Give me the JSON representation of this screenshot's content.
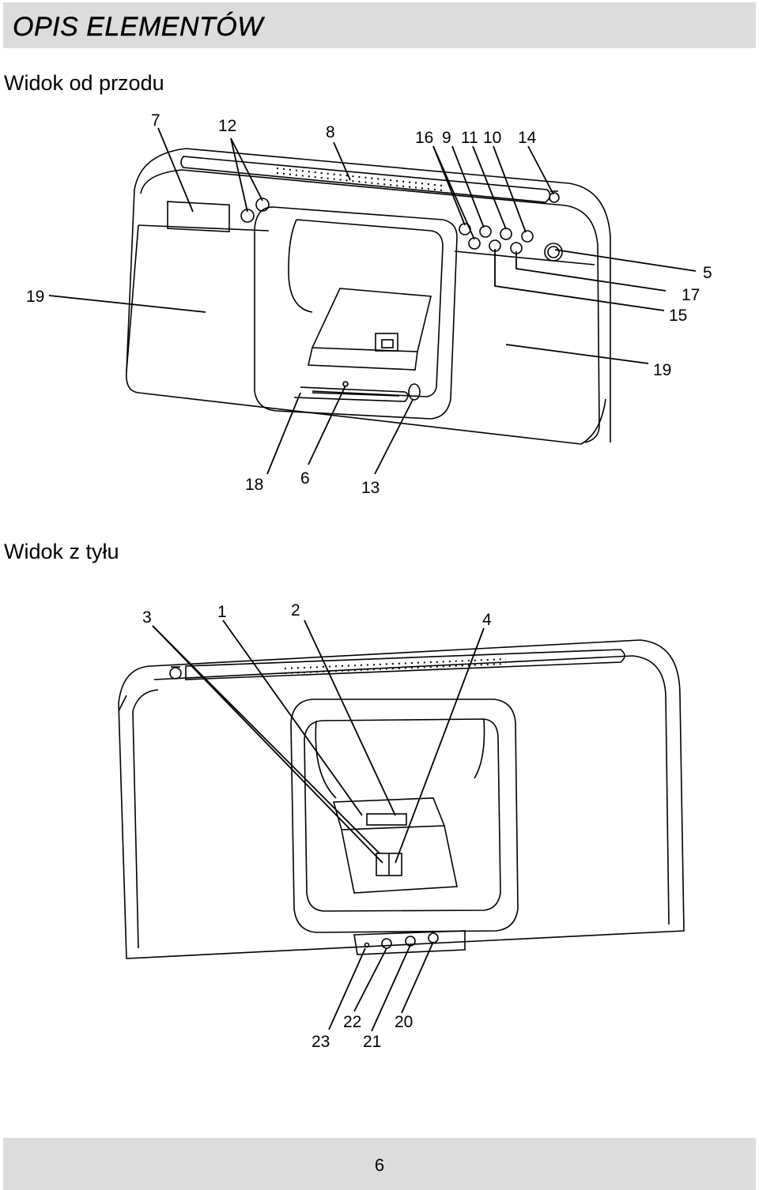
{
  "header": {
    "title": "OPIS ELEMENTÓW"
  },
  "sections": {
    "front": {
      "title": "Widok od przodu"
    },
    "back": {
      "title": "Widok z tyłu"
    }
  },
  "front_labels": {
    "l7": "7",
    "l12": "12",
    "l8": "8",
    "l16": "16",
    "l9": "9",
    "l11": "11",
    "l10": "10",
    "l14": "14",
    "l5": "5",
    "l17": "17",
    "l15": "15",
    "l19a": "19",
    "l19b": "19",
    "l18": "18",
    "l6": "6",
    "l13": "13"
  },
  "back_labels": {
    "l3": "3",
    "l1": "1",
    "l2": "2",
    "l4": "4",
    "l23": "23",
    "l22": "22",
    "l21": "21",
    "l20": "20"
  },
  "footer": {
    "page_number": "6"
  }
}
